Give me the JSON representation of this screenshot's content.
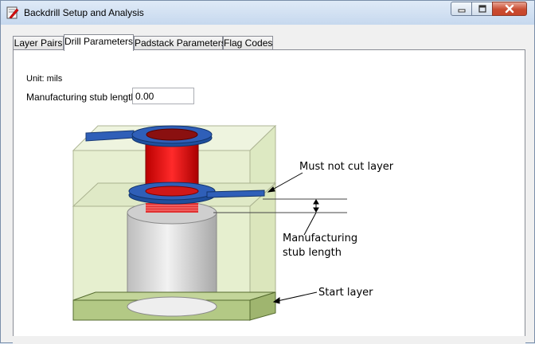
{
  "window": {
    "title": "Backdrill Setup and Analysis",
    "icons": {
      "app": "backdrill-app-icon",
      "minimize": "minimize-icon",
      "maximize": "maximize-icon",
      "close": "close-icon"
    }
  },
  "tabs": [
    {
      "label": "Layer Pairs",
      "active": false
    },
    {
      "label": "Drill Parameters",
      "active": true
    },
    {
      "label": "Padstack Parameters",
      "active": false
    },
    {
      "label": "Flag Codes",
      "active": false
    }
  ],
  "drill": {
    "unit_label": "Unit: mils",
    "stub_label": "Manufacturing stub length:",
    "stub_value": "0.00"
  },
  "diagram": {
    "callout_must_not_cut": "Must not cut layer",
    "callout_stub_line1": "Manufacturing",
    "callout_stub_line2": "stub length",
    "callout_start": "Start layer",
    "colors": {
      "barrel": "#e01818",
      "pad": "#2f5fb8",
      "board": "#d8e6b8",
      "start_layer": "#b3c985",
      "drill": "#d9d9d9"
    }
  }
}
